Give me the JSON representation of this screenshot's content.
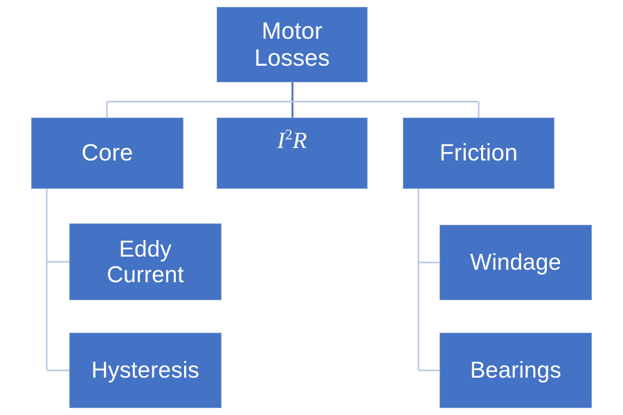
{
  "diagram": {
    "title": "Motor Losses",
    "type": "hierarchy-tree",
    "colors": {
      "node_fill": "#4472C4",
      "node_border": "#7B9AD6",
      "node_text": "#FFFFFF",
      "connector": "#B8C7E0",
      "background": "#FFFFFF"
    },
    "nodes": {
      "root": {
        "label": "Motor\nLosses"
      },
      "core": {
        "label": "Core"
      },
      "i2r": {
        "label_base": "I",
        "label_exponent": "2",
        "label_suffix": "R",
        "label_plain": "I2R"
      },
      "friction": {
        "label": "Friction"
      },
      "eddy_current": {
        "label": "Eddy\nCurrent"
      },
      "hysteresis": {
        "label": "Hysteresis"
      },
      "windage": {
        "label": "Windage"
      },
      "bearings": {
        "label": "Bearings"
      }
    },
    "edges": [
      {
        "from": "root",
        "to": "core"
      },
      {
        "from": "root",
        "to": "i2r"
      },
      {
        "from": "root",
        "to": "friction"
      },
      {
        "from": "core",
        "to": "eddy_current"
      },
      {
        "from": "core",
        "to": "hysteresis"
      },
      {
        "from": "friction",
        "to": "windage"
      },
      {
        "from": "friction",
        "to": "bearings"
      }
    ]
  }
}
